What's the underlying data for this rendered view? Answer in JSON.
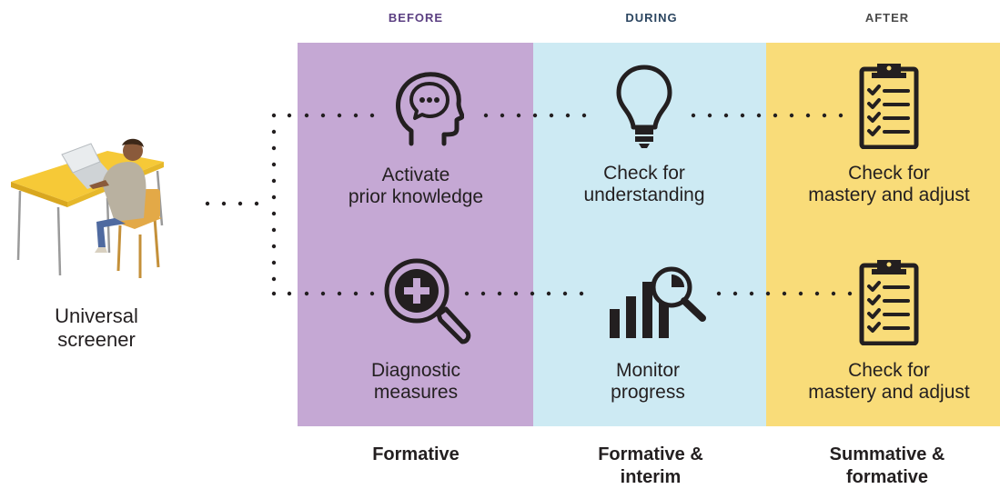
{
  "phases": {
    "before": "BEFORE",
    "during": "DURING",
    "after": "AFTER"
  },
  "colors": {
    "before_bg": "#c5a8d4",
    "during_bg": "#cdeaf3",
    "after_bg": "#f9dc79",
    "before_text": "#5b3f82",
    "during_text": "#2b4560",
    "after_text": "#4a4a4a"
  },
  "start": {
    "label_line1": "Universal",
    "label_line2": "screener",
    "icon": "student-at-desk-illustration"
  },
  "rows": {
    "top": {
      "before": {
        "line1": "Activate",
        "line2": "prior knowledge",
        "icon": "head-speech-bubble-icon"
      },
      "during": {
        "line1": "Check for",
        "line2": "understanding",
        "icon": "lightbulb-icon"
      },
      "after": {
        "line1": "Check for",
        "line2": "mastery and adjust",
        "icon": "clipboard-checklist-icon"
      }
    },
    "bottom": {
      "before": {
        "line1": "Diagnostic",
        "line2": "measures",
        "icon": "magnifier-plus-icon"
      },
      "during": {
        "line1": "Monitor",
        "line2": "progress",
        "icon": "bar-chart-magnifier-icon"
      },
      "after": {
        "line1": "Check for",
        "line2": "mastery and adjust",
        "icon": "clipboard-checklist-icon"
      }
    }
  },
  "assessment_types": {
    "before": {
      "line1": "Formative",
      "line2": ""
    },
    "during": {
      "line1": "Formative &",
      "line2": "interim"
    },
    "after": {
      "line1": "Summative &",
      "line2": "formative"
    }
  }
}
